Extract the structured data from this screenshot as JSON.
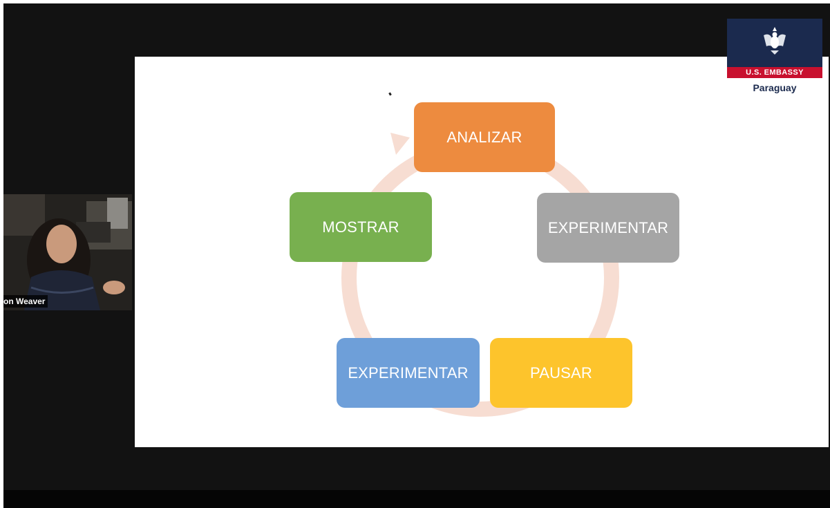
{
  "slide": {
    "steps": [
      {
        "label": "ANALIZAR",
        "color": "#ed8b3f"
      },
      {
        "label": "EXPERIMENTAR",
        "color": "#a5a5a5"
      },
      {
        "label": "PAUSAR",
        "color": "#fdc42c"
      },
      {
        "label": "EXPERIMENTAR",
        "color": "#6e9fd9"
      },
      {
        "label": "MOSTRAR",
        "color": "#78b04f"
      }
    ],
    "cycle_arrow_color": "#f7ddd2"
  },
  "participant": {
    "name": "on Weaver"
  },
  "branding": {
    "band_text": "U.S. EMBASSY",
    "country": "Paraguay",
    "seal_icon": "great-seal-icon",
    "navy": "#1b2a4e",
    "red": "#c8102e"
  }
}
